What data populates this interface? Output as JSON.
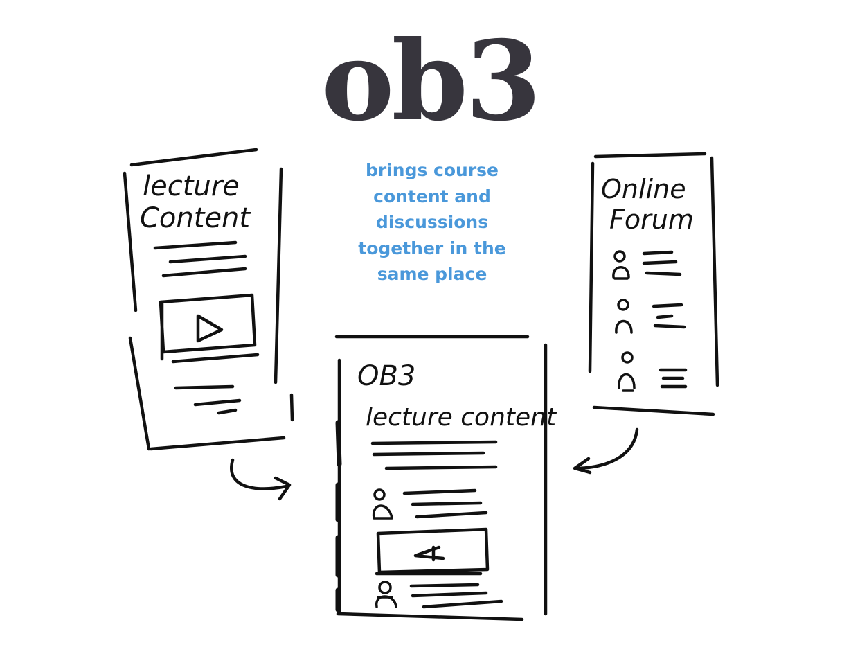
{
  "title": "ob3",
  "tagline": {
    "lines": [
      "brings course",
      "content and",
      "discussions",
      "together in the",
      "same place"
    ]
  },
  "left_sketch": {
    "label_line1": "lecture",
    "label_line2": "Content"
  },
  "right_sketch": {
    "label_line1": "Online",
    "label_line2": "Forum"
  },
  "center_sketch": {
    "logo": "OB3",
    "label": "lecture content"
  },
  "colors": {
    "title": "#37353d",
    "tagline": "#4a98da",
    "ink": "#111111"
  },
  "icons": [
    "play-icon",
    "person-icon",
    "arrow-icon"
  ]
}
